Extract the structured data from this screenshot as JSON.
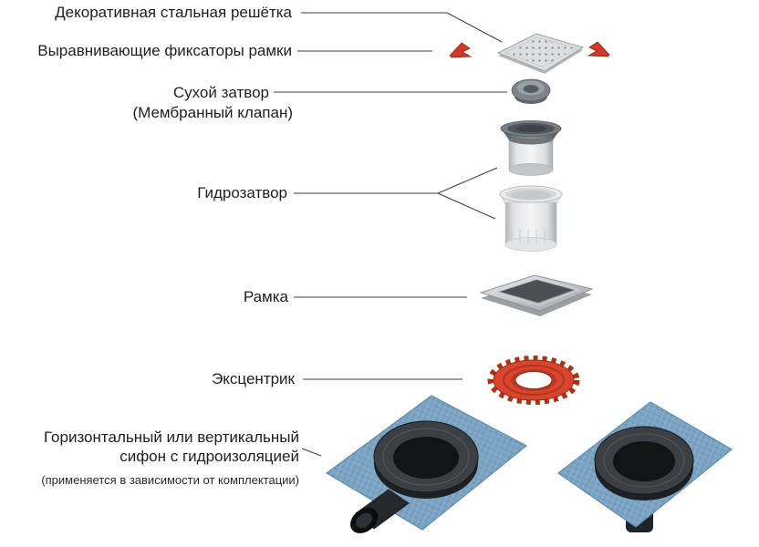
{
  "diagram": {
    "title_hint": "Exploded view of shower floor drain assembly",
    "labels": {
      "grate": "Декоративная стальная решётка",
      "fixators": "Выравнивающие фиксаторы рамки",
      "dry_seal_line1": "Сухой затвор",
      "dry_seal_line2": "(Мембранный клапан)",
      "water_seal": "Гидрозатвор",
      "frame": "Рамка",
      "eccentric": "Эксцентрик",
      "siphon_line1": "Горизонтальный или вертикальный",
      "siphon_line2": "сифон с гидроизоляцией",
      "siphon_note": "(применяется в зависимости от комплектации)"
    },
    "parts": [
      "decorative-steel-grate",
      "leveling-frame-fixators",
      "dry-seal-membrane-valve",
      "water-seal-upper-insert",
      "water-seal-lower-insert",
      "frame",
      "eccentric-ring",
      "siphon-with-waterproofing-left",
      "siphon-with-waterproofing-right"
    ],
    "colors": {
      "text": "#1f1f1f",
      "leader_line": "#3f3f3f",
      "accent_red": "#d8452e",
      "membrane_blue": "#7ba3c2",
      "drain_black": "#26292c",
      "metal_gray": "#c9ccce",
      "background": "#ffffff"
    }
  }
}
